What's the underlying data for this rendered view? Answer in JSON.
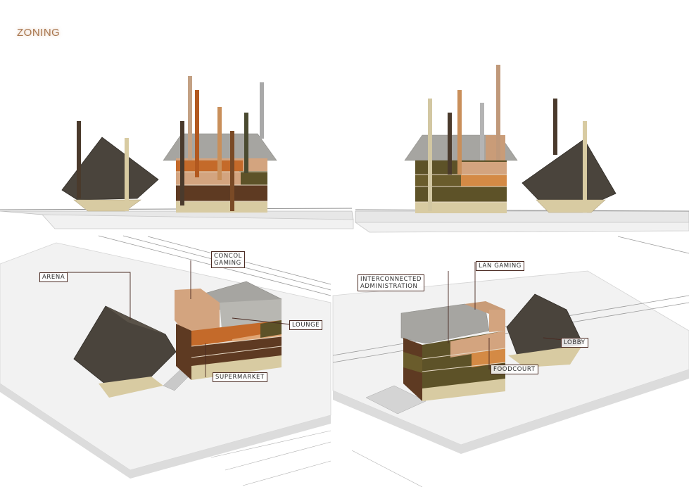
{
  "title": "ZONING",
  "labels": {
    "arena": "ARENA",
    "concol_gaming": "CONCOL\nGAMING",
    "lounge": "LOUNGE",
    "supermarket": "SUPERMARKET",
    "interconnected_administration": "INTERCONNECTED\nADMINISTRATION",
    "lan_gaming": "LAN GAMING",
    "lobby": "LOBBY",
    "foodcourt": "FOODCOURT"
  },
  "colors": {
    "dark_mass": "#4a443c",
    "cream": "#d8cba2",
    "brown_dark": "#5e3a22",
    "brown_mid": "#8a5327",
    "orange": "#c46a2a",
    "tan": "#d3a47f",
    "olive": "#5d5228",
    "grey_roof": "#a6a5a1",
    "leader": "#4a2a22"
  }
}
